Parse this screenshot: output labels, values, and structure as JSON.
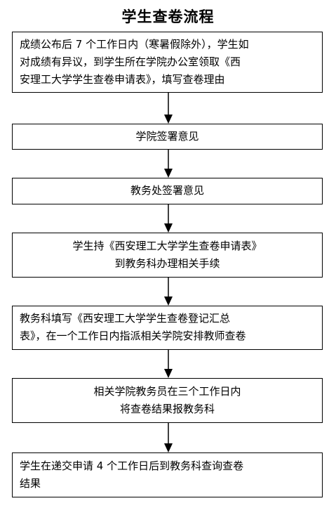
{
  "title": "学生查卷流程",
  "steps": [
    {
      "lines": [
        "成绩公布后 7 个工作日内（寒暑假除外），学生如",
        "对成绩有异议，到学生所在学院办公室领取《西",
        "安理工大学学生查卷申请表》，填写查卷理由"
      ]
    },
    {
      "lines": [
        "学院签署意见"
      ]
    },
    {
      "lines": [
        "教务处签署意见"
      ]
    },
    {
      "lines": [
        "学生持《西安理工大学学生查卷申请表》",
        "到教务科办理相关手续"
      ]
    },
    {
      "lines": [
        "教务科填写《西安理工大学学生查卷登记汇总",
        "表》，在一个工作日内指派相关学院安排教师查卷"
      ]
    },
    {
      "lines": [
        "相关学院教务员在三个工作日内",
        "将查卷结果报教务科"
      ]
    },
    {
      "lines": [
        "学生在递交申请 4 个工作日后到教务科查询查卷",
        "结果"
      ]
    }
  ],
  "colors": {
    "border": "#000000",
    "text": "#000000",
    "background": "#ffffff"
  },
  "icons": {
    "connector": "down-arrow-icon"
  }
}
